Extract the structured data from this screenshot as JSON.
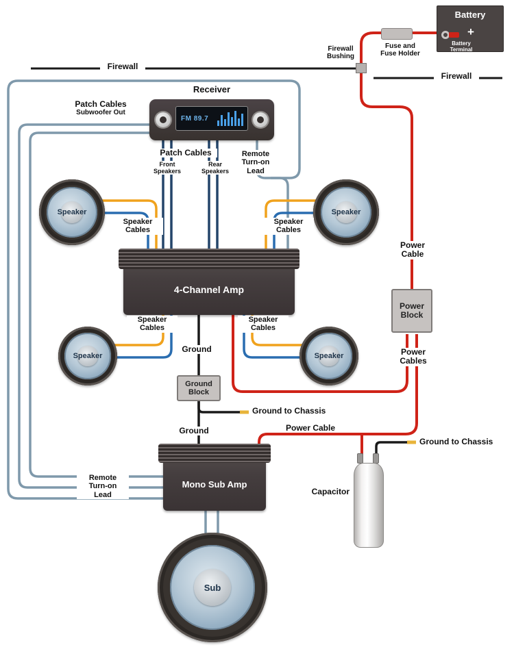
{
  "colors": {
    "power_cable": "#cf2318",
    "remote_and_patch_loop": "#7f99ab",
    "patch_cable": "#24456a",
    "speaker_wire_positive": "#f0a21d",
    "speaker_wire_negative": "#2a6db0",
    "ground_wire": "#1a1a1a",
    "chassis_tip": "#e8b43a"
  },
  "battery": {
    "title": "Battery",
    "plus": "+",
    "terminal_line1": "Battery",
    "terminal_line2": "Terminal"
  },
  "fuse": {
    "line1": "Fuse and",
    "line2": "Fuse Holder"
  },
  "bushing": {
    "line1": "Firewall",
    "line2": "Bushing"
  },
  "firewall": {
    "left": "Firewall",
    "right": "Firewall"
  },
  "receiver": {
    "title": "Receiver",
    "display": "FM 89.7"
  },
  "patch_subwoofer": {
    "line1": "Patch Cables",
    "line2": "Subwoofer Out"
  },
  "patch_below": {
    "title": "Patch Cables",
    "front_line1": "Front",
    "front_line2": "Speakers",
    "rear_line1": "Rear",
    "rear_line2": "Speakers"
  },
  "remote_lead": {
    "line1": "Remote",
    "line2": "Turn-on",
    "line3": "Lead"
  },
  "speaker": {
    "label": "Speaker"
  },
  "speaker_cables": {
    "line1": "Speaker",
    "line2": "Cables"
  },
  "amp4": {
    "label": "4-Channel Amp"
  },
  "mono_amp": {
    "label": "Mono Sub Amp"
  },
  "power": {
    "cable_line1": "Power",
    "cable_line2": "Cable",
    "block_line1": "Power",
    "block_line2": "Block",
    "cables_line1": "Power",
    "cables_line2": "Cables",
    "cable_bottom": "Power Cable"
  },
  "ground": {
    "label": "Ground",
    "block_line1": "Ground",
    "block_line2": "Block",
    "to_chassis": "Ground to Chassis"
  },
  "capacitor": {
    "label": "Capacitor"
  },
  "sub": {
    "label": "Sub"
  }
}
